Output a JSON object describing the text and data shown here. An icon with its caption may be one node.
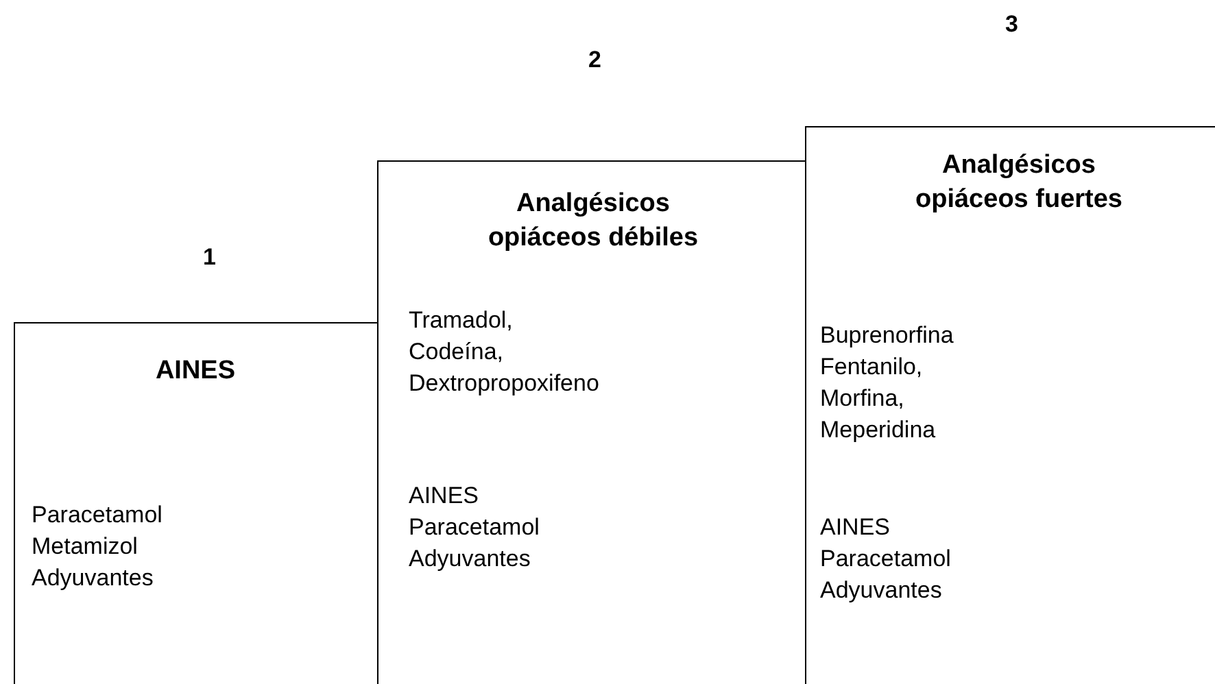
{
  "diagram": {
    "nodes": [
      {
        "text": [
          "AINES",
          "Paracetamol Metamizol Adyuvantes"
        ]
      },
      {
        "text": [
          "Analgésicos opiáceos débiles",
          "Tramadol, Codeína, Dextropropoxifeno",
          "AINES Paracetamol Adyuvantes"
        ]
      },
      {
        "text": [
          "Analgésicos opiáceos fuertes",
          "Buprenorfina Fentanilo, Morfina, Meperidina",
          "AINES Paracetamol Adyuvantes"
        ]
      }
    ],
    "labels": [
      "2",
      "3",
      "1"
    ]
  }
}
